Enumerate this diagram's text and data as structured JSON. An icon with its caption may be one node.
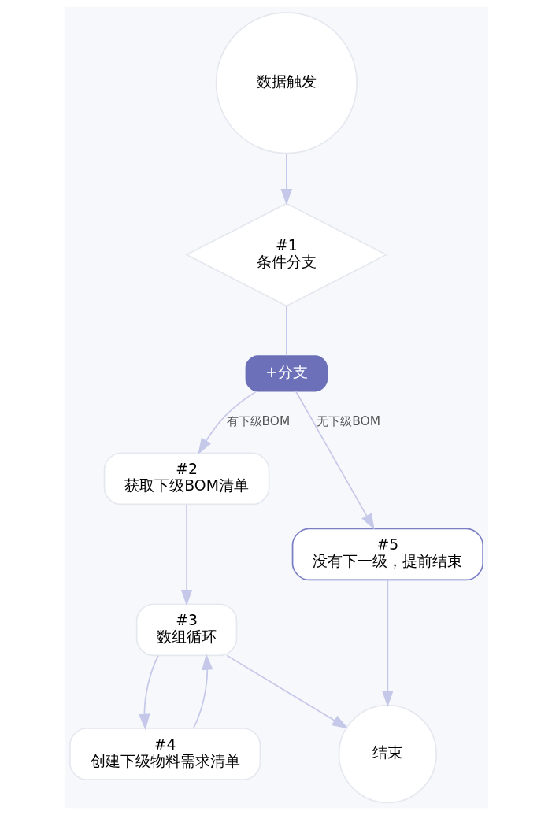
{
  "diagram": {
    "nodes": [
      {
        "text": [
          "数据触发"
        ]
      },
      {
        "text": [
          "#1",
          "条件分支"
        ]
      },
      {
        "text": [
          "+分支"
        ]
      },
      {
        "text": [
          "#2",
          "获取下级BOM清单"
        ]
      },
      {
        "text": [
          "#3",
          "数组循环"
        ]
      },
      {
        "text": [
          "#4",
          "创建下级物料需求清单"
        ]
      },
      {
        "text": [
          "#5",
          "没有下一级，提前结束"
        ]
      },
      {
        "text": [
          "结束"
        ]
      }
    ],
    "edges": [
      {
        "from": 0,
        "to": 1,
        "arrow": "to"
      },
      {
        "from": 1,
        "to": 2,
        "arrow": "none"
      },
      {
        "from": 2,
        "to": 3,
        "arrow": "to",
        "label": "有下级BOM"
      },
      {
        "from": 2,
        "to": 6,
        "arrow": "to",
        "label": "无下级BOM"
      },
      {
        "from": 3,
        "to": 4,
        "arrow": "to"
      },
      {
        "from": 4,
        "to": 5,
        "arrow": "to"
      },
      {
        "from": 5,
        "to": 4,
        "arrow": "to"
      },
      {
        "from": 4,
        "to": 7,
        "arrow": "to"
      },
      {
        "from": 6,
        "to": 7,
        "arrow": "to"
      }
    ]
  }
}
